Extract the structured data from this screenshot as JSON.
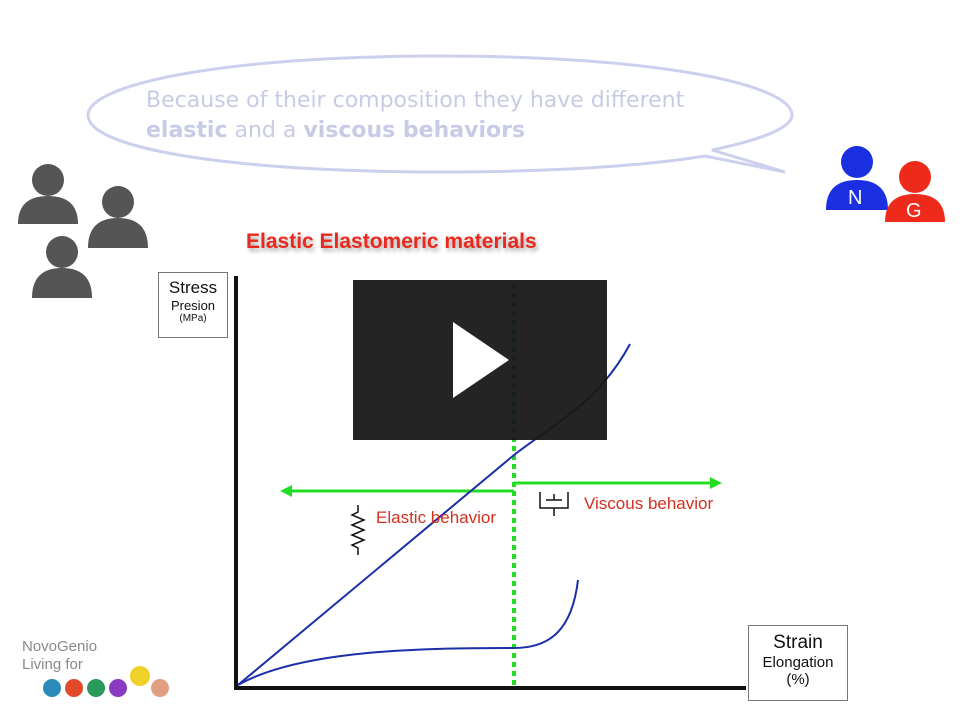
{
  "speech_bubble": {
    "line1": "Because of their composition they have different",
    "line2_bold1": "elastic",
    "line2_mid": " and a ",
    "line2_bold2": "viscous behaviors"
  },
  "title": "Elastic Elastomeric materials",
  "y_axis": {
    "label": "Stress",
    "sub": "Presion",
    "unit": "(MPa)"
  },
  "x_axis": {
    "label": "Strain",
    "sub": "Elongation",
    "unit": "(%)"
  },
  "annotations": {
    "elastic": "Elastic behavior",
    "viscous": "Viscous behavior"
  },
  "avatars": {
    "n": "N",
    "g": "G"
  },
  "logo": {
    "line1": "NovoGenio",
    "line2": "Living for"
  },
  "colors": {
    "title": "#e8291c",
    "curve": "#1b2fa8",
    "divider": "#22dd22",
    "n": "#1a2fe0",
    "g": "#ee2a1a"
  }
}
